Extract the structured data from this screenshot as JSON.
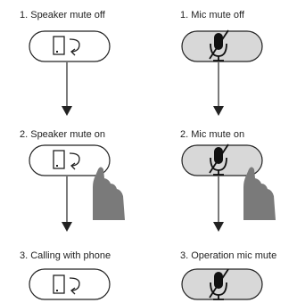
{
  "left_column": {
    "steps": [
      {
        "label": "1. Speaker mute off"
      },
      {
        "label": "2. Speaker mute on"
      },
      {
        "label": "3. Calling with phone"
      }
    ]
  },
  "right_column": {
    "steps": [
      {
        "label": "1. Mic mute off"
      },
      {
        "label": "2. Mic mute on"
      },
      {
        "label": "3. Operation mic mute"
      }
    ]
  },
  "icons": {
    "left_button": "phone-handoff-icon",
    "right_button": "mic-muted-icon",
    "hand": "pressing-finger-icon",
    "flow": "down-arrow-icon"
  },
  "colors": {
    "line": "#222222",
    "hand": "#7a7a7a",
    "mic_button_fill": "#d8d8d8",
    "speaker_button_fill": "#ffffff"
  }
}
